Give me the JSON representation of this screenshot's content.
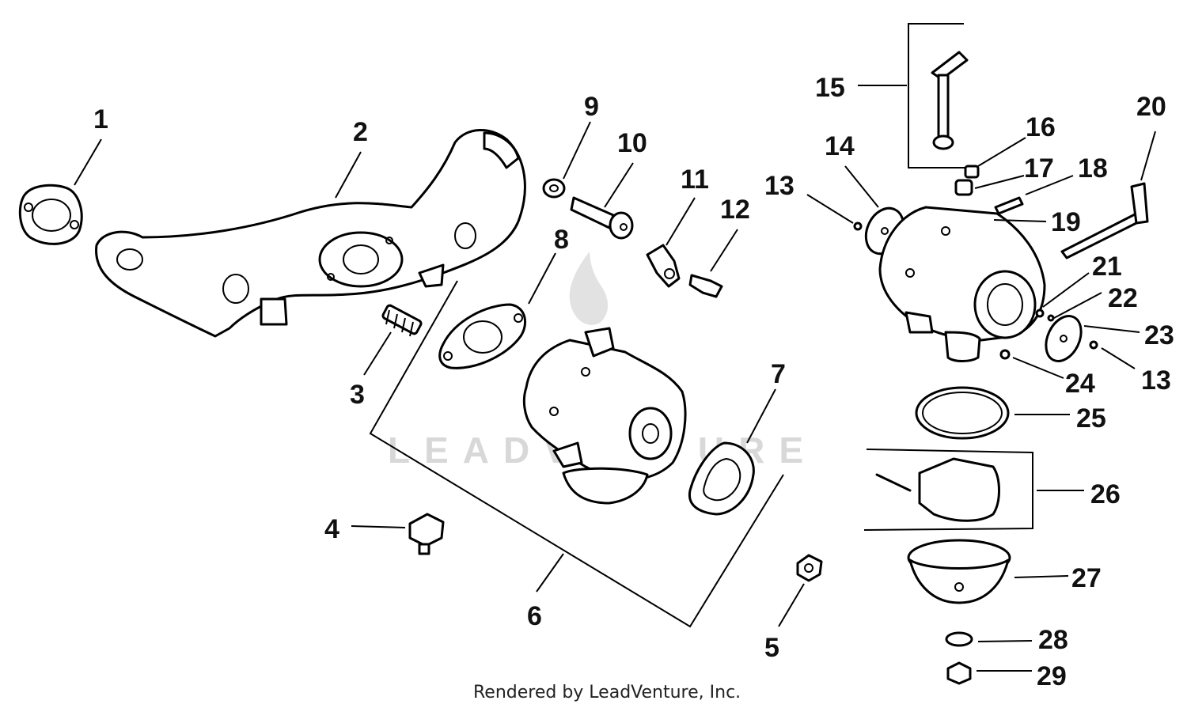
{
  "watermark": {
    "text": "LEADVENTURE",
    "color": "#d8d8d8"
  },
  "footer": {
    "text": "Rendered by LeadVenture, Inc."
  },
  "callouts": [
    "1",
    "2",
    "3",
    "4",
    "5",
    "6",
    "7",
    "8",
    "9",
    "10",
    "11",
    "12",
    "13",
    "14",
    "15",
    "16",
    "17",
    "18",
    "19",
    "20",
    "21",
    "22",
    "23",
    "24",
    "25",
    "26",
    "27",
    "28",
    "29"
  ],
  "colors": {
    "line": "#000000",
    "background": "#ffffff"
  }
}
